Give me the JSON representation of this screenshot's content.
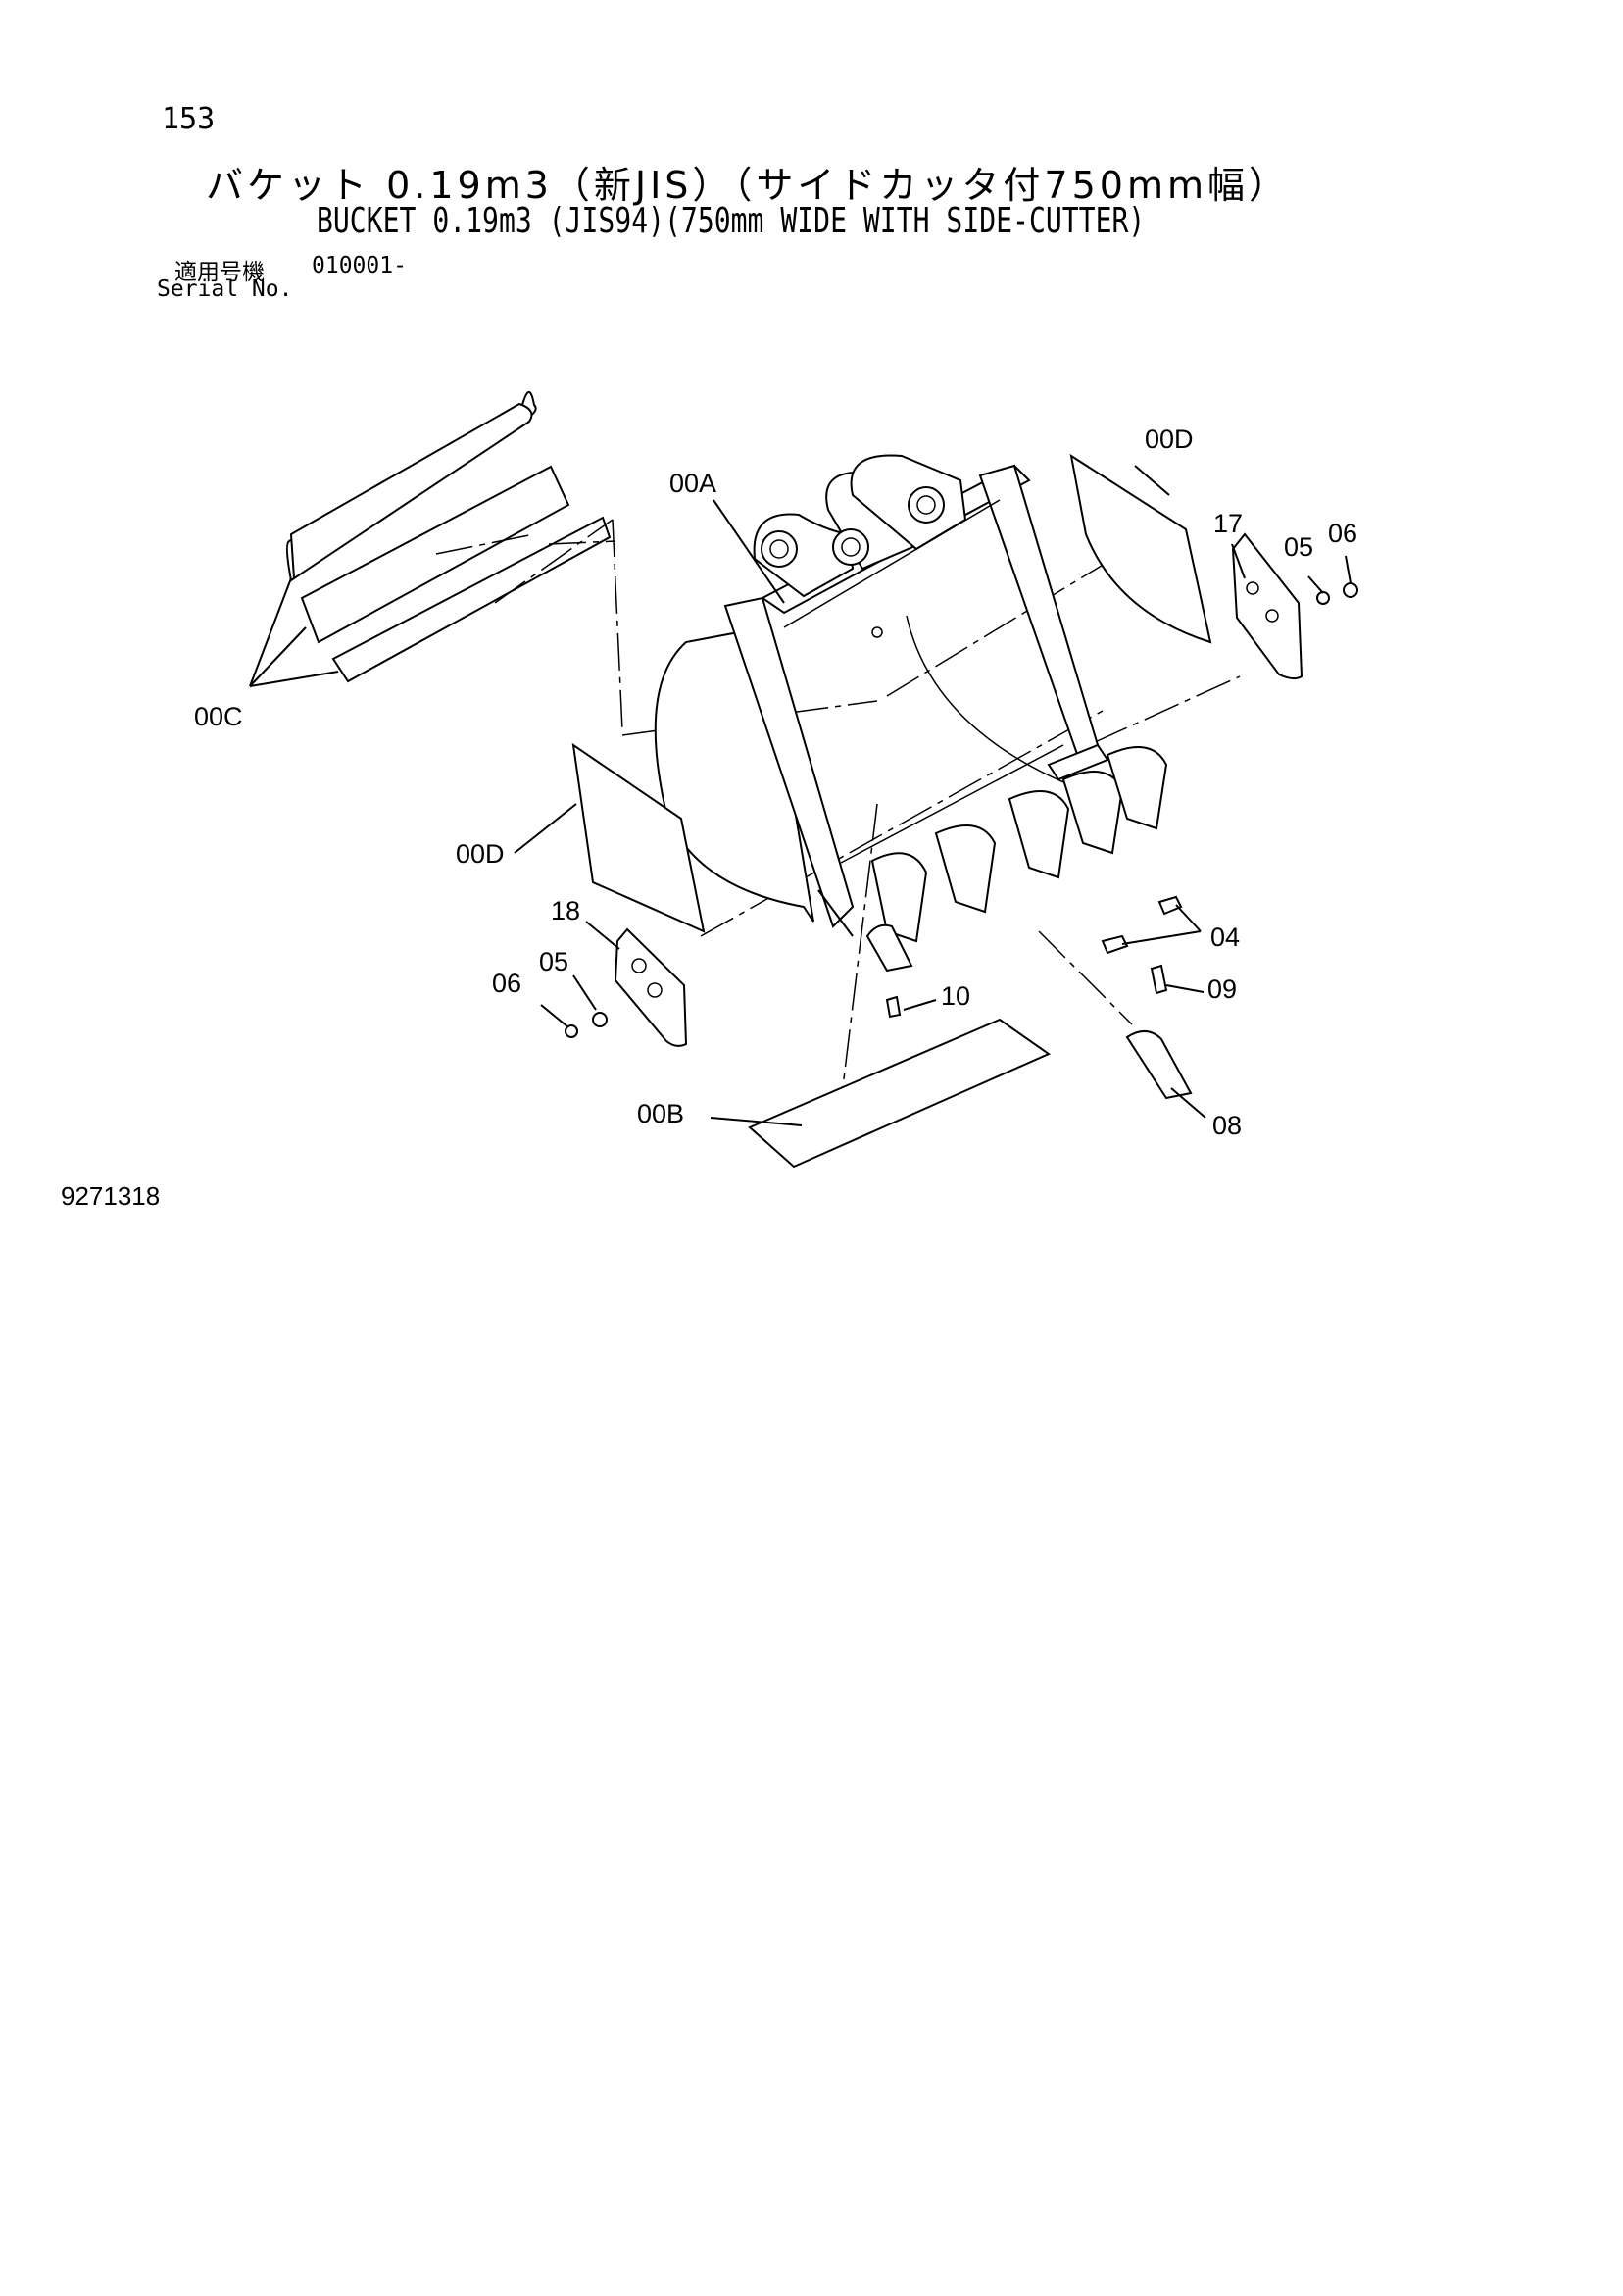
{
  "header": {
    "page_number": "153",
    "title_jp": "バケット 0.19m3（新JIS）（サイドカッタ付750mm幅）",
    "title_en": "BUCKET 0.19m3 (JIS94)(750mm WIDE WITH SIDE-CUTTER)",
    "serial_label_jp": "適用号機",
    "serial_range": "010001-",
    "serial_label_en": "Serial No."
  },
  "callouts": [
    "00A",
    "00B",
    "00C",
    "00D",
    "00D",
    "17",
    "18",
    "05",
    "06",
    "05",
    "06",
    "04",
    "09",
    "10",
    "08"
  ],
  "footer": {
    "drawing_number": "9271318"
  }
}
